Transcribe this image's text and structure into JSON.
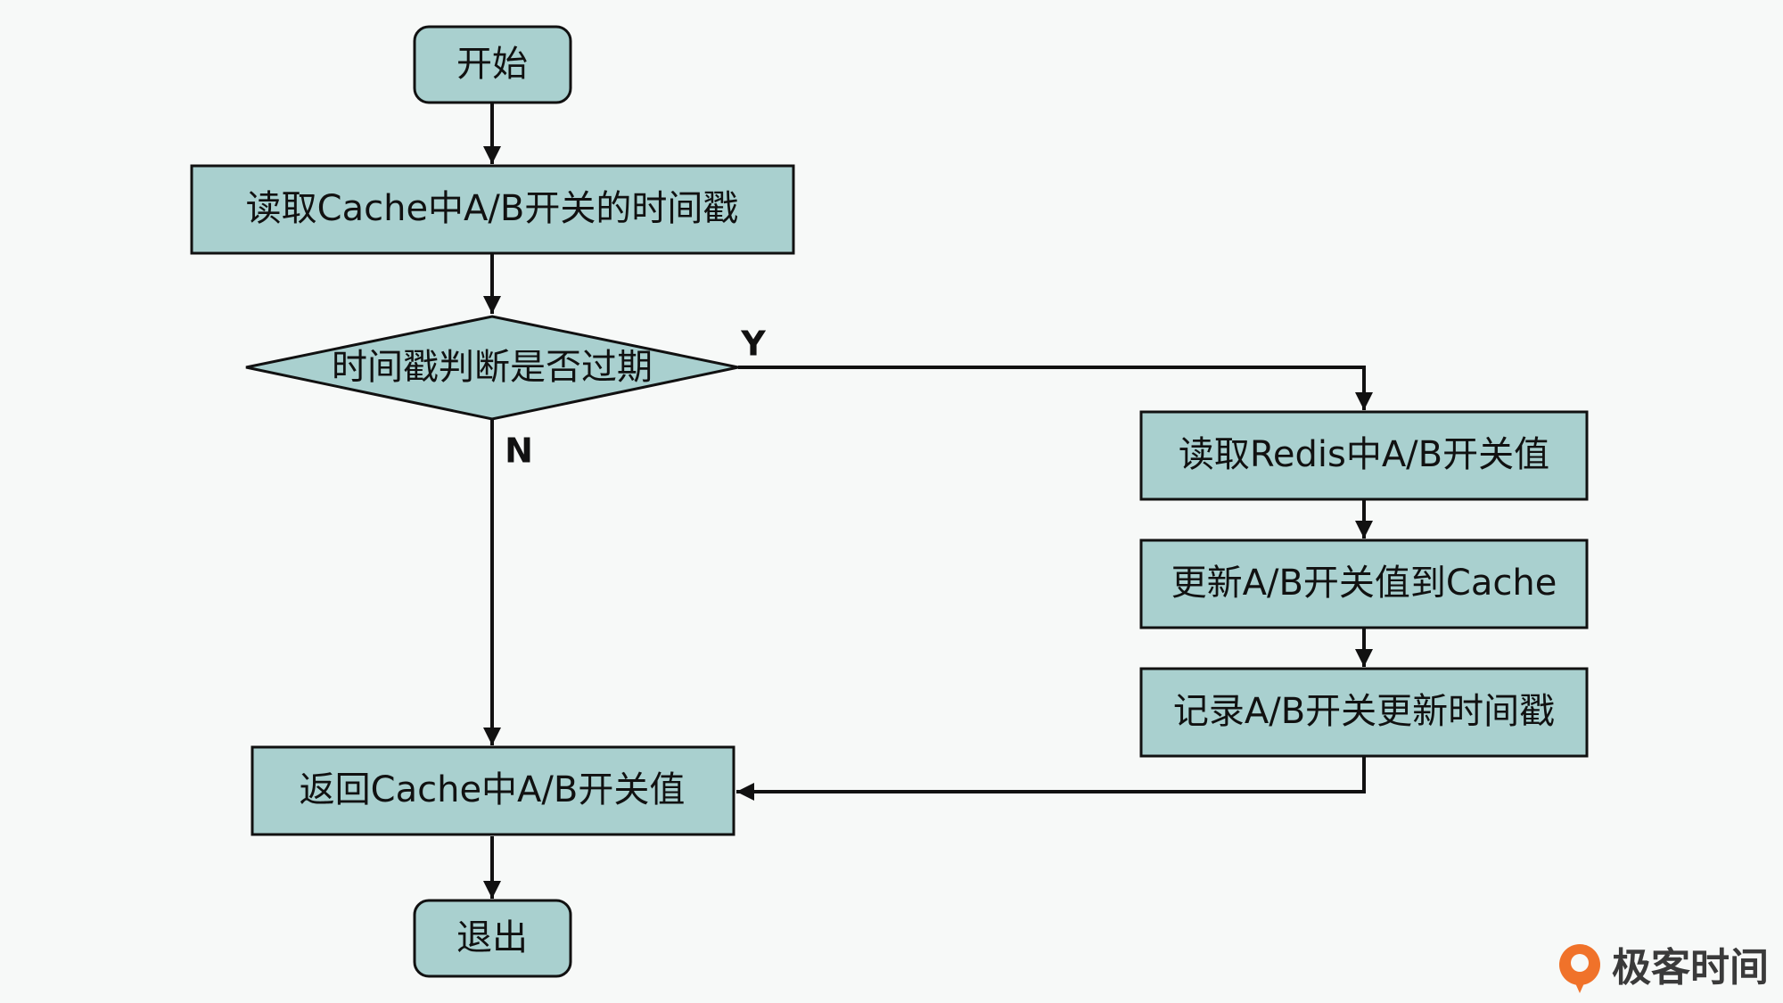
{
  "flowchart": {
    "start": "开始",
    "read_cache_timestamp": "读取Cache中A/B开关的时间戳",
    "decision_expired": "时间戳判断是否过期",
    "read_redis": "读取Redis中A/B开关值",
    "update_cache": "更新A/B开关值到Cache",
    "record_timestamp": "记录A/B开关更新时间戳",
    "return_cache_value": "返回Cache中A/B开关值",
    "exit": "退出",
    "label_yes": "Y",
    "label_no": "N"
  },
  "branding": {
    "logo_text": "极客时间",
    "logo_color": "#f0722a"
  },
  "colors": {
    "node_fill": "#a9d0cf",
    "stroke": "#111111",
    "background": "#f7f9f8"
  }
}
